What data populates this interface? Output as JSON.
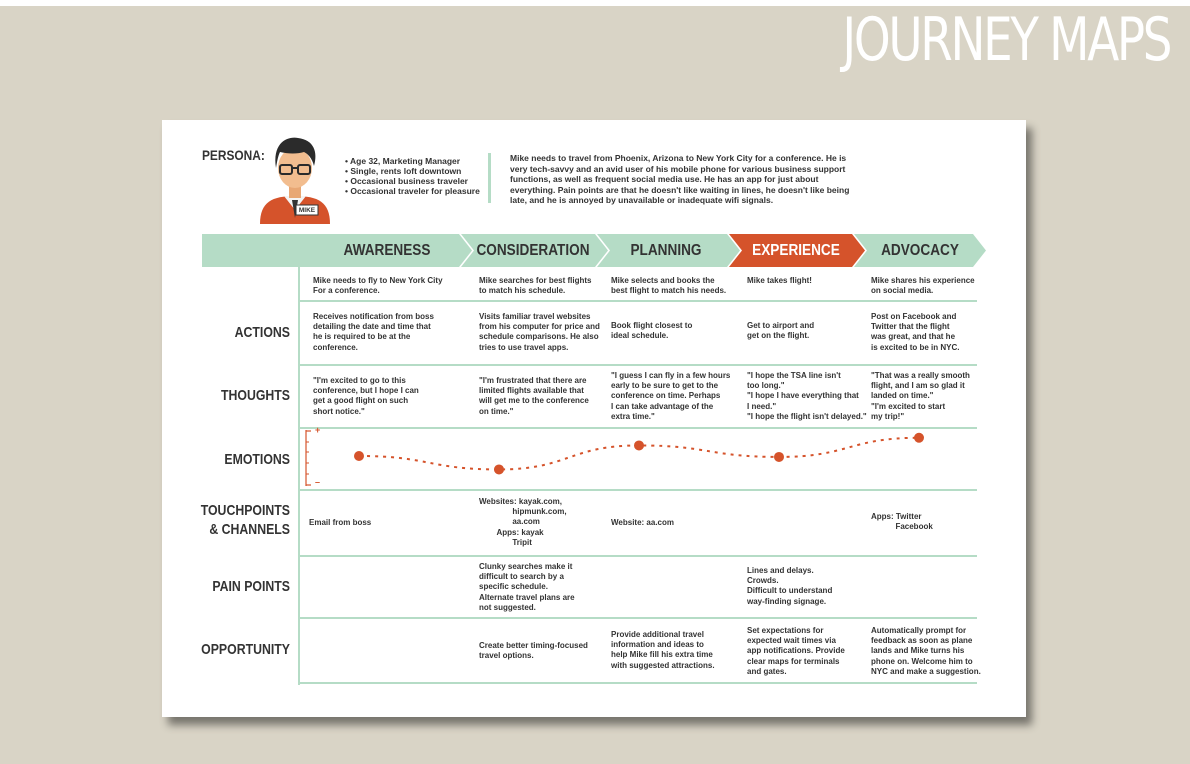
{
  "title": "JOURNEY MAPS",
  "persona": {
    "label": "PERSONA:",
    "badge": "MIKE",
    "facts": [
      "Age 32, Marketing Manager",
      "Single, rents loft downtown",
      "Occasional business traveler",
      "Occasional traveler for pleasure"
    ],
    "bio": "Mike needs to travel from Phoenix, Arizona to New York City for a conference. He is very tech-savvy and an avid user of his mobile phone for various business support functions, as well as frequent social media use. He has an app for just about everything. Pain points are that he doesn't like waiting in lines, he doesn't like being late, and he is annoyed by unavailable or inadequate wifi signals."
  },
  "stages": [
    "AWARENESS",
    "CONSIDERATION",
    "PLANNING",
    "EXPERIENCE",
    "ADVOCACY"
  ],
  "colors": {
    "band": "#b5dcc6",
    "accent": "#d5532b",
    "text": "#333333",
    "background": "#d9d4c6"
  },
  "overview": [
    "Mike needs to fly to New York City\nFor a conference.",
    "Mike searches for best flights\nto match his schedule.",
    "Mike selects and books the\nbest flight to match his needs.",
    "Mike takes flight!",
    "Mike shares his experience\non social media."
  ],
  "rows": {
    "actions": {
      "label": "ACTIONS",
      "cells": [
        "Receives notification from boss\ndetailing the date and time that\nhe is required to be at the\nconference.",
        "Visits familiar travel websites\nfrom his computer for price and\nschedule comparisons. He also\ntries to use travel apps.",
        "Book flight closest to\nideal schedule.",
        "Get to airport and\nget on the flight.",
        "Post on Facebook and\nTwitter that the flight\nwas great, and that he\nis excited to be in NYC."
      ]
    },
    "thoughts": {
      "label": "THOUGHTS",
      "cells": [
        "\"I'm excited to go to this\nconference, but I hope I can\nget a good flight on such\nshort notice.\"",
        "\"I'm frustrated that there are\nlimited flights available that\nwill get me to the conference\non time.\"",
        "\"I guess I can fly in a few hours\nearly to be sure to get to the\nconference on time. Perhaps\nI can take advantage of the\nextra time.\"",
        "\"I hope the TSA line isn't\ntoo long.\"\n\"I hope I have everything that\nI need.\"\n\"I hope the flight isn't delayed.\"",
        "\"That was a really smooth\nflight, and I am so glad it\nlanded on time.\"\n\"I'm excited to start\nmy trip!\""
      ]
    },
    "emotions": {
      "label": "EMOTIONS",
      "axis_plus": "+",
      "axis_minus": "–",
      "levels": [
        0.5,
        0.22,
        0.72,
        0.48,
        0.88
      ]
    },
    "touchpoints": {
      "label_line1": "TOUCHPOINTS",
      "label_line2": "& CHANNELS",
      "cells": [
        "Email from boss",
        "Websites: kayak.com,\n               hipmunk.com,\n               aa.com\n        Apps: kayak\n               Tripit",
        "Website: aa.com",
        "",
        "Apps: Twitter\n           Facebook"
      ]
    },
    "pain_points": {
      "label": "PAIN POINTS",
      "cells": [
        "",
        "Clunky searches make it\ndifficult to search by a\nspecific schedule.\nAlternate travel plans are\nnot suggested.",
        "",
        "Lines and delays.\nCrowds.\nDifficult to understand\nway-finding signage.",
        ""
      ]
    },
    "opportunity": {
      "label": "OPPORTUNITY",
      "cells": [
        "",
        "Create better timing-focused\ntravel options.",
        "Provide additional travel\ninformation and ideas to\nhelp Mike fill his extra time\nwith suggested attractions.",
        "Set expectations for\nexpected wait times via\napp notifications. Provide\nclear maps for terminals\nand gates.",
        "Automatically prompt for\nfeedback as soon as plane\nlands and Mike turns his\nphone on. Welcome him to\nNYC and make a suggestion."
      ]
    }
  }
}
